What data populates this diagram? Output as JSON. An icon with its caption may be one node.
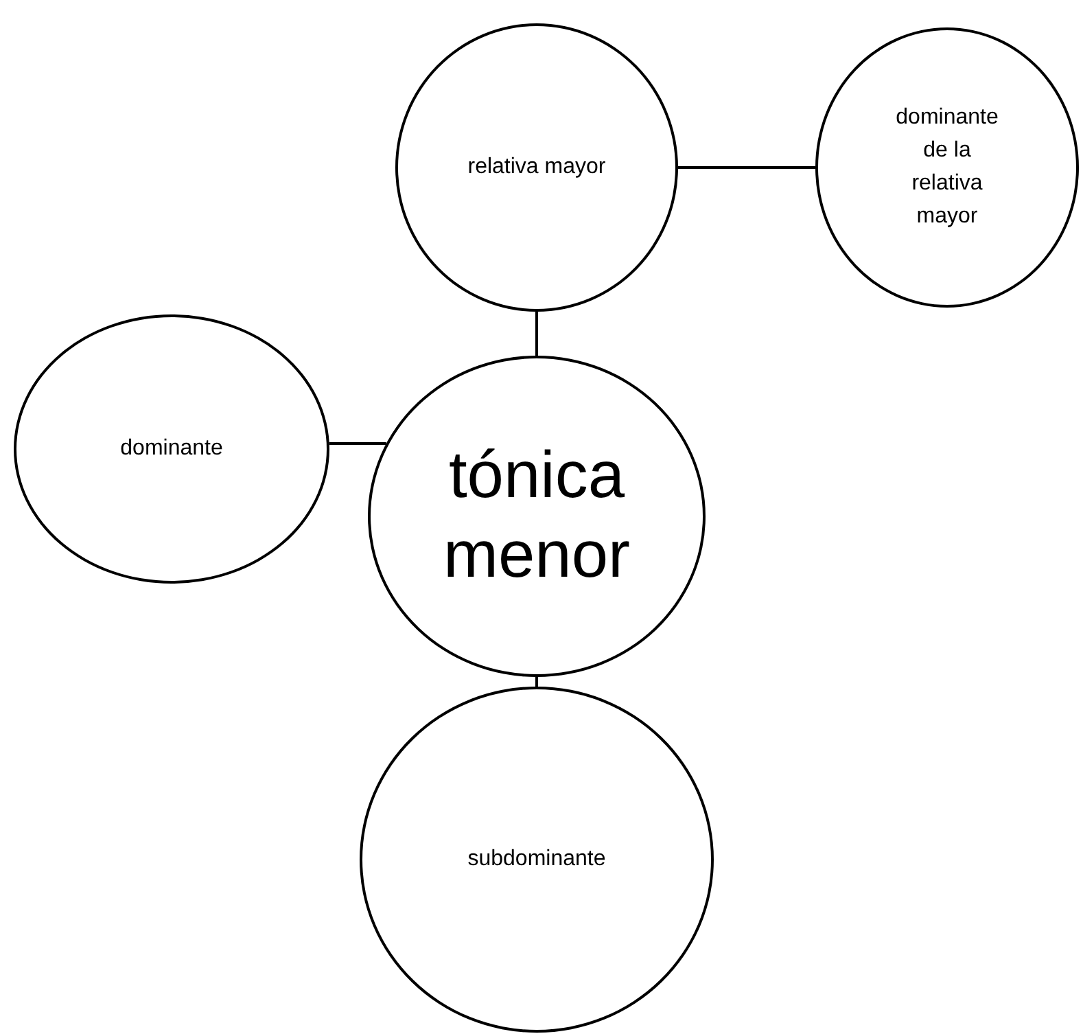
{
  "diagram": {
    "nodes": [
      {
        "text": [
          "relativa mayor"
        ]
      },
      {
        "text": [
          "dominante de la relativa mayor"
        ]
      },
      {
        "text": [
          "dominante"
        ]
      },
      {
        "text": [
          "tónica menor"
        ]
      },
      {
        "text": [
          "subdominante"
        ]
      }
    ],
    "edges": [
      {
        "from": 0,
        "to": 1,
        "arrow": "none"
      },
      {
        "from": 0,
        "to": 3,
        "arrow": "none"
      },
      {
        "from": 2,
        "to": 3,
        "arrow": "none"
      },
      {
        "from": 3,
        "to": 4,
        "arrow": "none"
      }
    ]
  }
}
